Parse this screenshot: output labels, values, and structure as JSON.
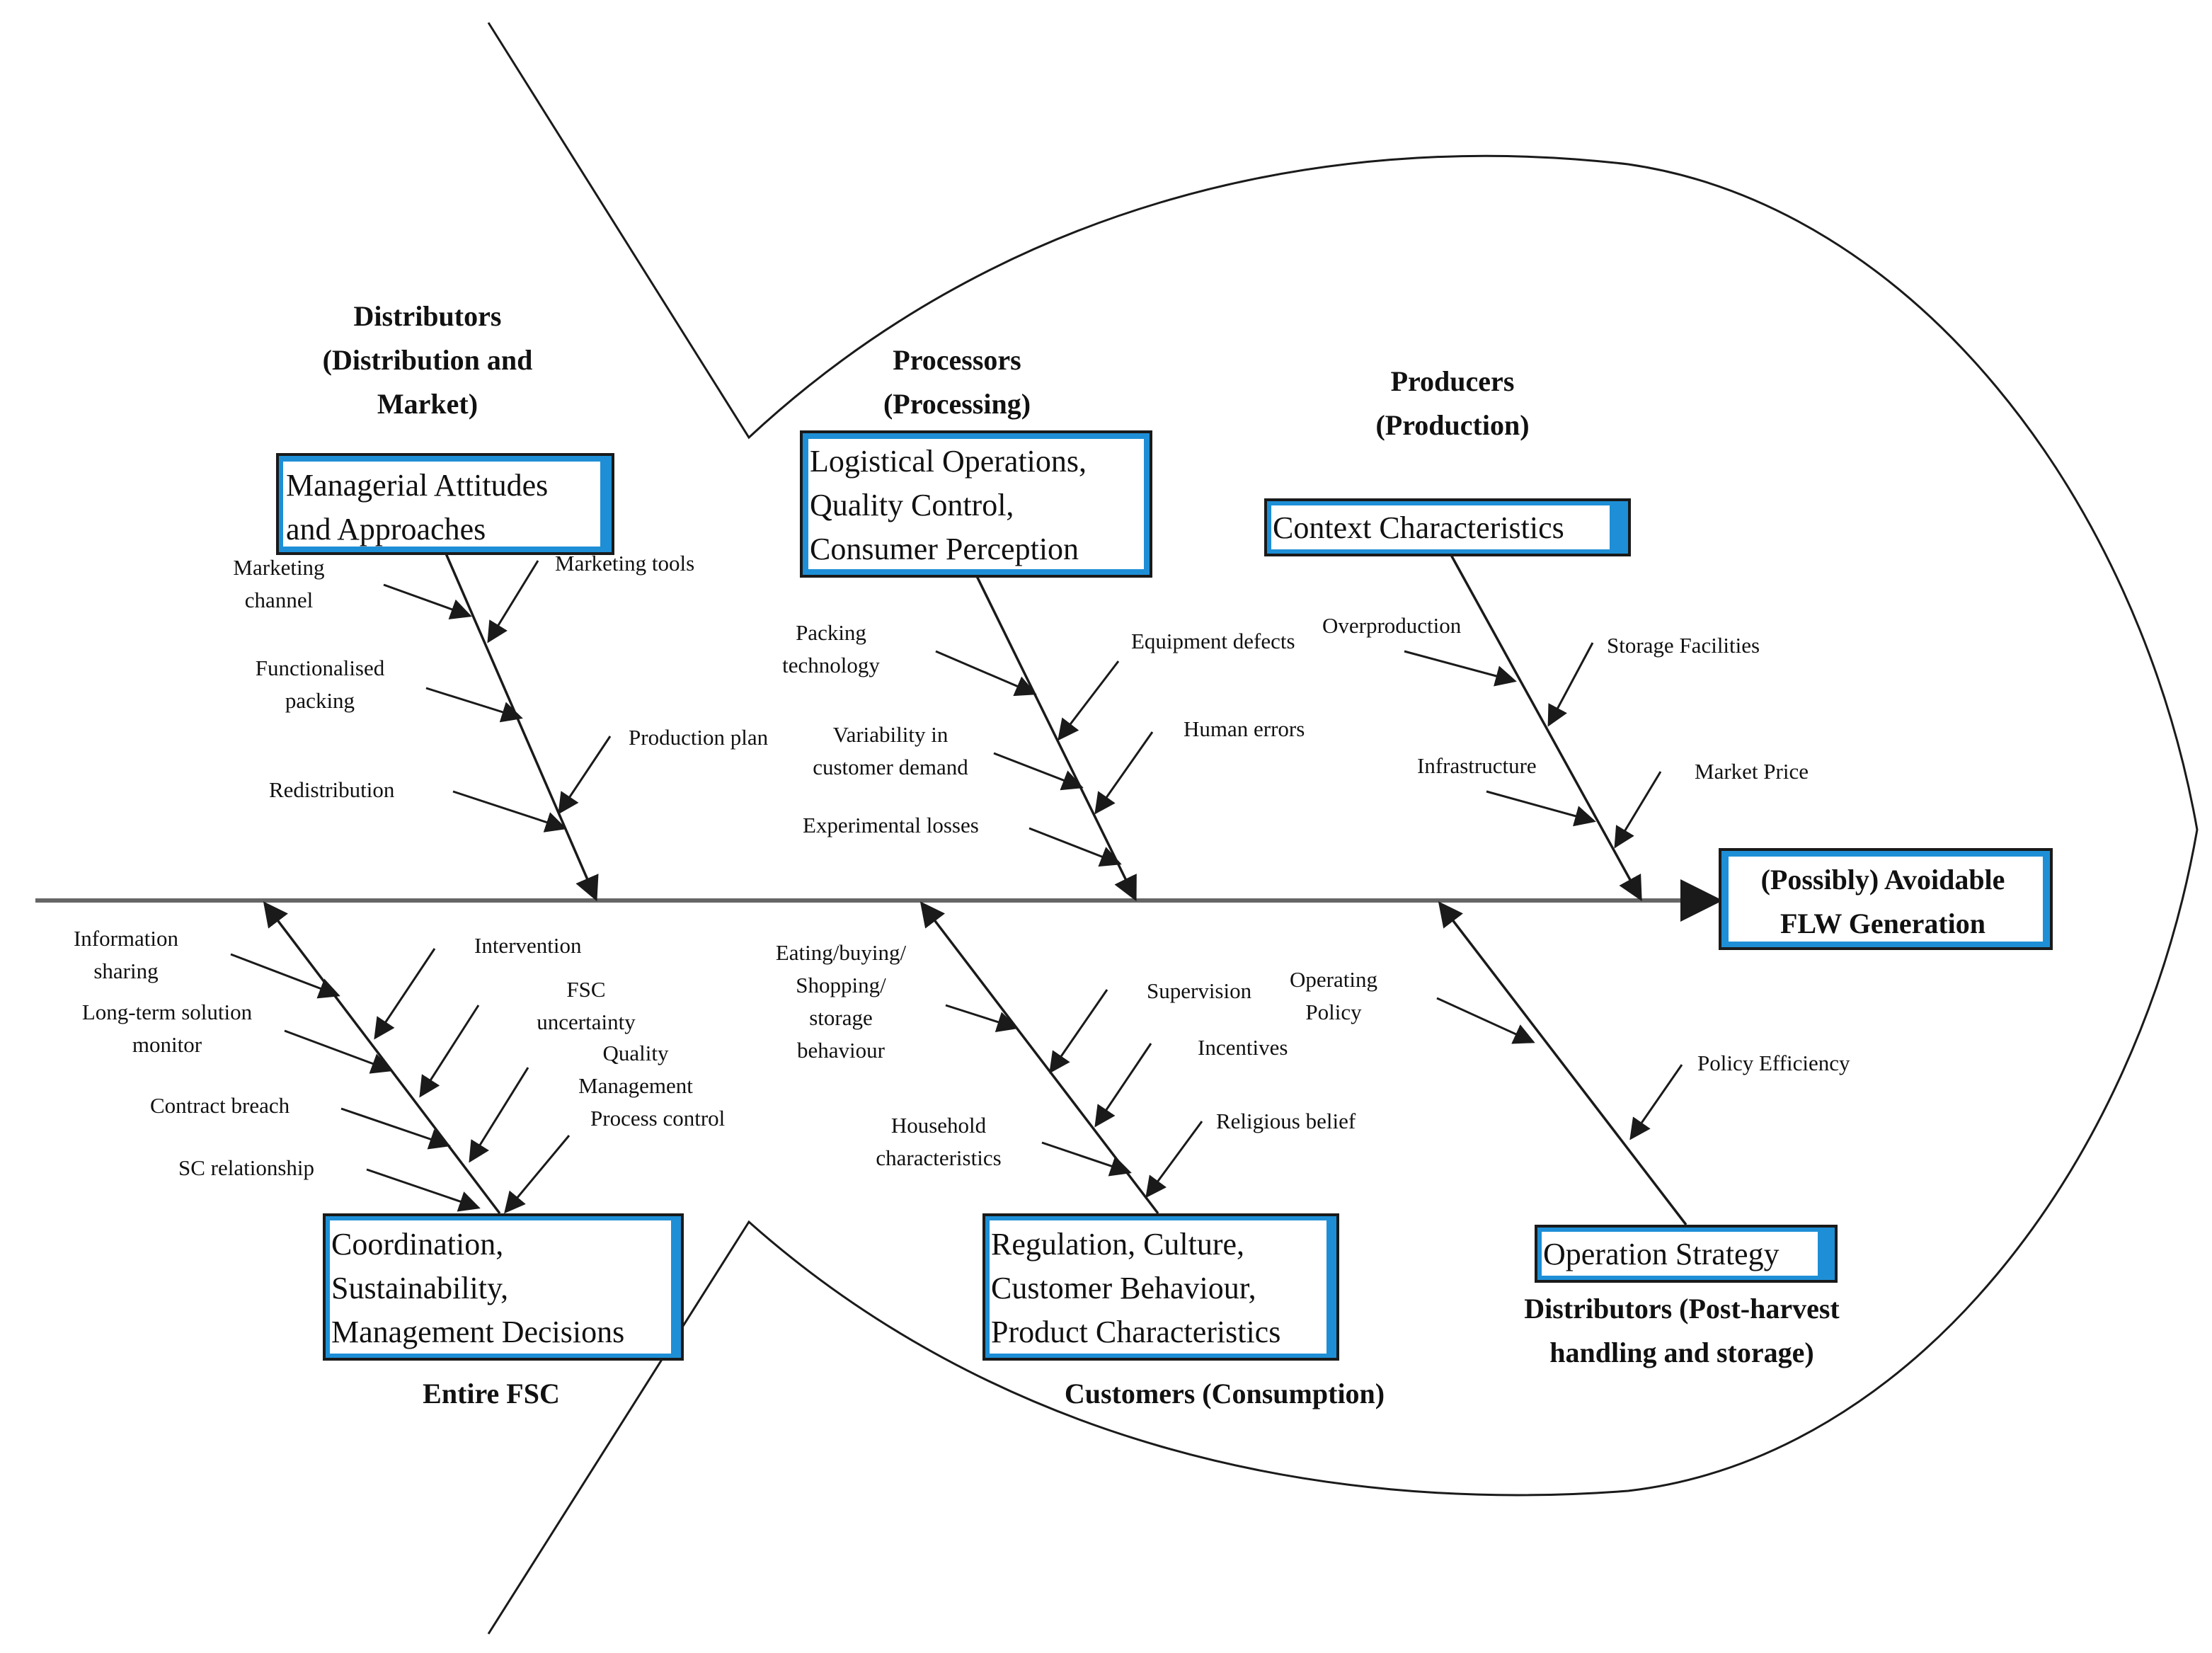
{
  "effect": {
    "lines": [
      "(Possibly) Avoidable",
      "FLW Generation"
    ]
  },
  "categories": [
    {
      "id": "distributors-market",
      "heading": [
        "Distributors",
        "(Distribution and",
        "Market)"
      ],
      "box": [
        "Managerial Attitudes",
        "and Approaches"
      ],
      "causes": [
        [
          "Marketing",
          "channel"
        ],
        [
          "Marketing tools"
        ],
        [
          "Functionalised",
          "packing"
        ],
        [
          "Production plan"
        ],
        [
          "Redistribution"
        ]
      ]
    },
    {
      "id": "processors",
      "heading": [
        "Processors",
        "(Processing)"
      ],
      "box": [
        "Logistical Operations,",
        "Quality Control,",
        "Consumer Perception"
      ],
      "causes": [
        [
          "Packing",
          "technology"
        ],
        [
          "Equipment defects"
        ],
        [
          "Variability in",
          "customer demand"
        ],
        [
          "Human errors"
        ],
        [
          "Experimental losses"
        ]
      ]
    },
    {
      "id": "producers",
      "heading": [
        "Producers",
        "(Production)"
      ],
      "box": [
        "Context Characteristics"
      ],
      "causes": [
        [
          "Overproduction"
        ],
        [
          "Storage Facilities"
        ],
        [
          "Infrastructure"
        ],
        [
          "Market Price"
        ]
      ]
    },
    {
      "id": "entire-fsc",
      "heading": [
        "Entire FSC"
      ],
      "box": [
        "Coordination,",
        "Sustainability,",
        "Management Decisions"
      ],
      "causes": [
        [
          "Information",
          "sharing"
        ],
        [
          "Intervention"
        ],
        [
          "Long-term solution",
          "monitor"
        ],
        [
          "FSC",
          "uncertainty"
        ],
        [
          "Quality",
          "Management"
        ],
        [
          "Contract breach"
        ],
        [
          "Process control"
        ],
        [
          "SC relationship"
        ]
      ]
    },
    {
      "id": "customers",
      "heading": [
        "Customers (Consumption)"
      ],
      "box": [
        "Regulation, Culture,",
        "Customer Behaviour,",
        "Product Characteristics"
      ],
      "causes": [
        [
          "Eating/buying/",
          "Shopping/",
          "storage",
          "behaviour"
        ],
        [
          "Supervision"
        ],
        [
          "Incentives"
        ],
        [
          "Household",
          "characteristics"
        ],
        [
          "Religious belief"
        ]
      ]
    },
    {
      "id": "distributors-storage",
      "heading": [
        "Distributors (Post-harvest",
        "handling and storage)"
      ],
      "box": [
        "Operation Strategy"
      ],
      "causes": [
        [
          "Operating",
          "Policy"
        ],
        [
          "Policy Efficiency"
        ]
      ]
    }
  ],
  "colors": {
    "box_accent": "#1e8fd6",
    "box_border": "#1a1a1a",
    "line": "#1a1a1a",
    "spine": "#666666"
  }
}
